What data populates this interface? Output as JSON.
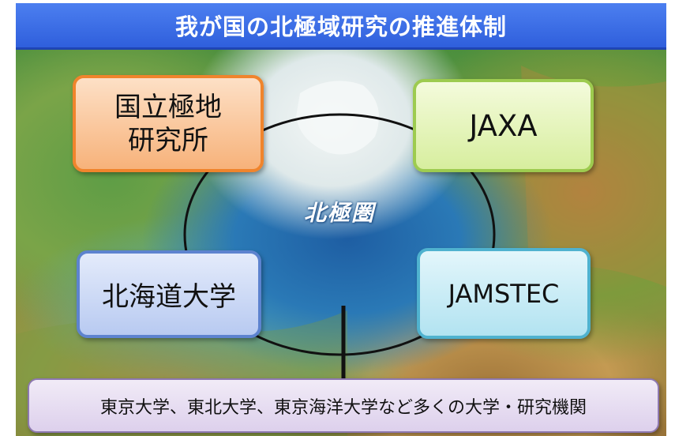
{
  "title": "我が国の北極域研究の推進体制",
  "map_label": "北極圏",
  "nodes": {
    "nipr": "国立極地\n研究所",
    "jaxa": "JAXA",
    "hokkaido": "北海道大学",
    "jamstec": "JAMSTEC",
    "universities": "東京大学、東北大学、東京海洋大学など多くの大学・研究機関"
  },
  "colors": {
    "title_bar": "#3b6ee8",
    "nipr_border": "#f0842c",
    "jaxa_border": "#9dcb4f",
    "hokkaido_border": "#5d83cf",
    "jamstec_border": "#4fb2cf",
    "universities_border": "#8d78b0",
    "connector": "#111111"
  }
}
